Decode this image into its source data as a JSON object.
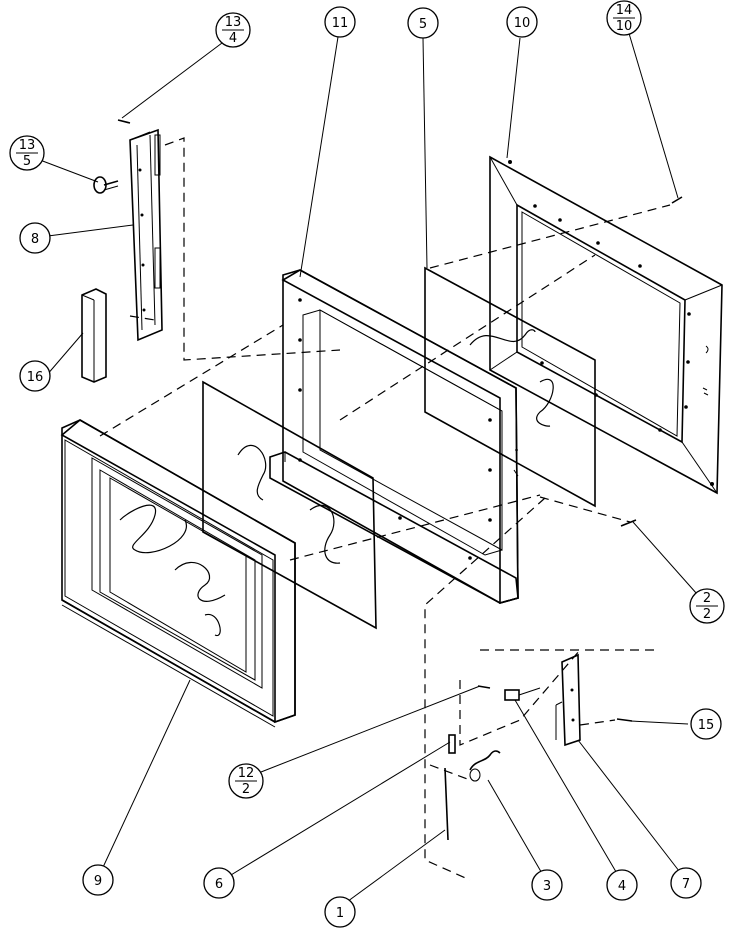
{
  "callouts": [
    {
      "id": "c-13-4",
      "top": "13",
      "bottom": "4"
    },
    {
      "id": "c-13-5",
      "top": "13",
      "bottom": "5"
    },
    {
      "id": "c-11",
      "label": "11"
    },
    {
      "id": "c-5",
      "label": "5"
    },
    {
      "id": "c-10",
      "label": "10"
    },
    {
      "id": "c-14-10",
      "top": "14",
      "bottom": "10"
    },
    {
      "id": "c-8",
      "label": "8"
    },
    {
      "id": "c-16",
      "label": "16"
    },
    {
      "id": "c-2-2",
      "top": "2",
      "bottom": "2"
    },
    {
      "id": "c-15",
      "label": "15"
    },
    {
      "id": "c-12-2",
      "top": "12",
      "bottom": "2"
    },
    {
      "id": "c-9",
      "label": "9"
    },
    {
      "id": "c-6",
      "label": "6"
    },
    {
      "id": "c-1",
      "label": "1"
    },
    {
      "id": "c-3",
      "label": "3"
    },
    {
      "id": "c-4",
      "label": "4"
    },
    {
      "id": "c-7",
      "label": "7"
    }
  ]
}
